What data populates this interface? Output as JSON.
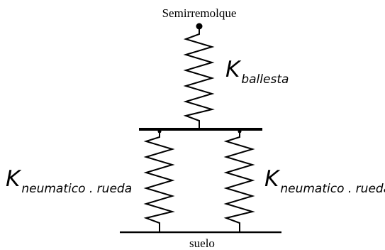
{
  "labels": {
    "top": "Semirremolque",
    "bottom": "suelo",
    "k_symbol": "K",
    "k_ballesta_sub": "ballesta",
    "k_left_sub": "neumatico . rueda",
    "k_right_sub": "neumatico . rueda"
  },
  "colors": {
    "stroke": "#000000",
    "background": "#ffffff"
  }
}
